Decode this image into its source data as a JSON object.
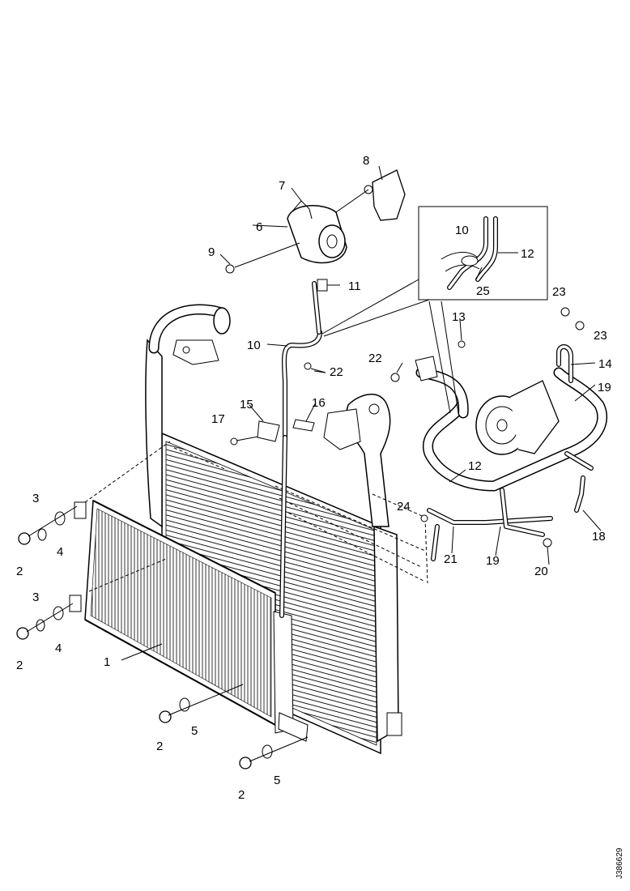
{
  "callouts": [
    {
      "id": "c1",
      "text": "1"
    },
    {
      "id": "c2a",
      "text": "2"
    },
    {
      "id": "c2b",
      "text": "2"
    },
    {
      "id": "c2c",
      "text": "2"
    },
    {
      "id": "c2d",
      "text": "2"
    },
    {
      "id": "c3a",
      "text": "3"
    },
    {
      "id": "c3b",
      "text": "3"
    },
    {
      "id": "c4a",
      "text": "4"
    },
    {
      "id": "c4b",
      "text": "4"
    },
    {
      "id": "c5a",
      "text": "5"
    },
    {
      "id": "c5b",
      "text": "5"
    },
    {
      "id": "c6",
      "text": "6"
    },
    {
      "id": "c7",
      "text": "7"
    },
    {
      "id": "c8",
      "text": "8"
    },
    {
      "id": "c9",
      "text": "9"
    },
    {
      "id": "c10a",
      "text": "10"
    },
    {
      "id": "c10b",
      "text": "10"
    },
    {
      "id": "c11",
      "text": "11"
    },
    {
      "id": "c12a",
      "text": "12"
    },
    {
      "id": "c12b",
      "text": "12"
    },
    {
      "id": "c13",
      "text": "13"
    },
    {
      "id": "c14",
      "text": "14"
    },
    {
      "id": "c15",
      "text": "15"
    },
    {
      "id": "c16",
      "text": "16"
    },
    {
      "id": "c17",
      "text": "17"
    },
    {
      "id": "c18",
      "text": "18"
    },
    {
      "id": "c19a",
      "text": "19"
    },
    {
      "id": "c19b",
      "text": "19"
    },
    {
      "id": "c20",
      "text": "20"
    },
    {
      "id": "c21",
      "text": "21"
    },
    {
      "id": "c22a",
      "text": "22"
    },
    {
      "id": "c22b",
      "text": "22"
    },
    {
      "id": "c23a",
      "text": "23"
    },
    {
      "id": "c23b",
      "text": "23"
    },
    {
      "id": "c24",
      "text": "24"
    },
    {
      "id": "c25",
      "text": "25"
    }
  ],
  "figure_code": "J386629"
}
